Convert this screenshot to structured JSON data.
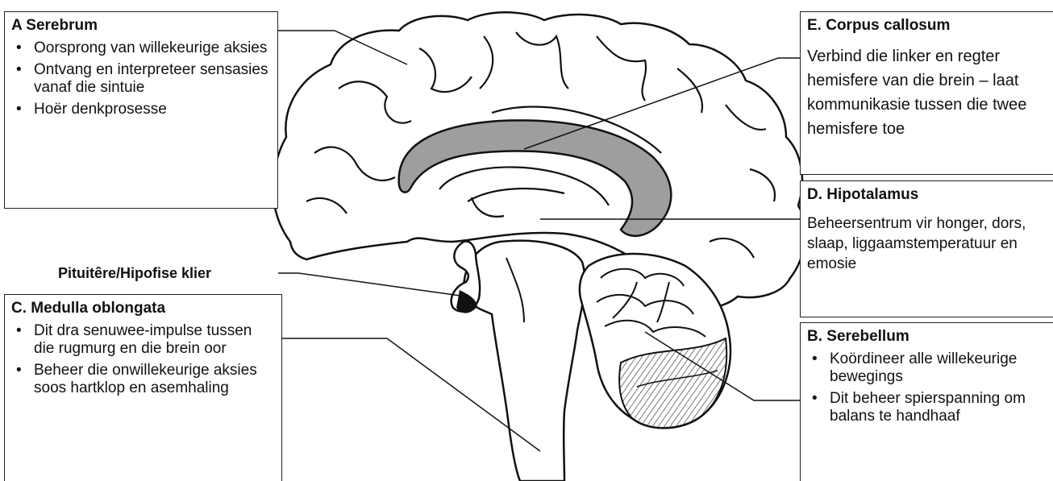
{
  "labels": {
    "a": {
      "title": "A Serebrum",
      "bullets": [
        "Oorsprong van willekeurige aksies",
        "Ontvang en interpreteer sensasies vanaf die sintuie",
        "Hoër denkprosesse"
      ]
    },
    "e": {
      "title": "E. Corpus callosum",
      "description": "Verbind die linker en regter hemisfere van die brein – laat kommunikasie tussen die twee hemisfere toe"
    },
    "d": {
      "title": "D. Hipotalamus",
      "description": "Beheersentrum vir honger, dors, slaap, liggaamstemperatuur en emosie"
    },
    "pituitary": {
      "title": "Pituitêre/Hipofise klier"
    },
    "c": {
      "title": "C. Medulla oblongata",
      "bullets": [
        "Dit dra senuwee-impulse tussen die rugmurg en die brein oor",
        "Beheer die onwillekeurige aksies soos hartklop en asemhaling"
      ]
    },
    "b": {
      "title": "B. Serebellum",
      "bullets": [
        "Koördineer alle willekeurige bewegings",
        "Dit beheer spierspanning om balans te handhaaf"
      ]
    }
  },
  "colors": {
    "corpus_callosum_fill": "#9e9e9e",
    "outline": "#111111",
    "cerebellum_hatch": "#555555"
  }
}
